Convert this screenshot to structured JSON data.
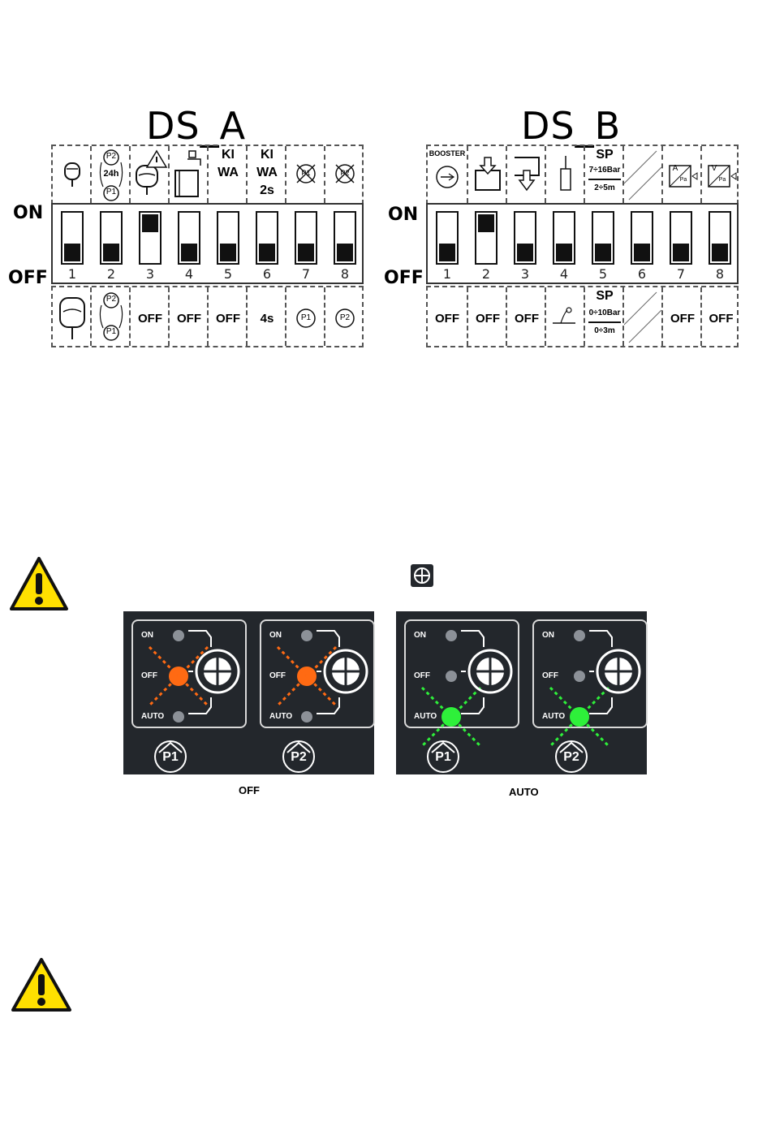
{
  "ds_a": {
    "title": "DS_A",
    "on_label": "ON",
    "off_label": "OFF",
    "top_texts": {
      "c5_l1": "KI",
      "c5_l2": "WA",
      "c6_l1": "KI",
      "c6_l2": "WA",
      "c6_l3": "2s",
      "c2": "24h",
      "c2_top": "P2",
      "c2_bot": "P1",
      "c7": "P1",
      "c8": "P2"
    },
    "switch_numbers": [
      "1",
      "2",
      "3",
      "4",
      "5",
      "6",
      "7",
      "8"
    ],
    "switch_states": [
      "off",
      "off",
      "on",
      "off",
      "off",
      "off",
      "off",
      "off"
    ],
    "bottom_texts": {
      "c2_top": "P2",
      "c2_bot": "P1",
      "c3": "OFF",
      "c4": "OFF",
      "c5": "OFF",
      "c6": "4s",
      "c7": "P1",
      "c8": "P2"
    }
  },
  "ds_b": {
    "title": "DS_B",
    "on_label": "ON",
    "off_label": "OFF",
    "top_texts": {
      "c1": "BOOSTER",
      "c5_l1": "SP",
      "c5_l2": "7÷16Bar",
      "c5_l3": "2÷5m",
      "c7_a": "A",
      "c7_b": "Pa",
      "c8_a": "V",
      "c8_b": "Pa"
    },
    "switch_numbers": [
      "1",
      "2",
      "3",
      "4",
      "5",
      "6",
      "7",
      "8"
    ],
    "switch_states": [
      "off",
      "on",
      "off",
      "off",
      "off",
      "off",
      "off",
      "off"
    ],
    "bottom_texts": {
      "c1": "OFF",
      "c2": "OFF",
      "c3": "OFF",
      "c5_l1": "SP",
      "c5_l2": "0÷10Bar",
      "c5_l3": "0÷3m",
      "c7": "OFF",
      "c8": "OFF"
    }
  },
  "panels": {
    "led_labels": {
      "on": "ON",
      "off": "OFF",
      "auto": "AUTO"
    },
    "pump_labels": [
      "P1",
      "P2"
    ],
    "caption_off": "OFF",
    "caption_auto": "AUTO",
    "colors": {
      "off_active": "#ff6a13",
      "auto_active": "#2ef03a",
      "panel_bg": "#23272c",
      "led_idle": "#8c9198"
    }
  },
  "icons": [
    "warning-icon",
    "selector-knob-icon",
    "pump-badge-icon",
    "tank-icon"
  ]
}
